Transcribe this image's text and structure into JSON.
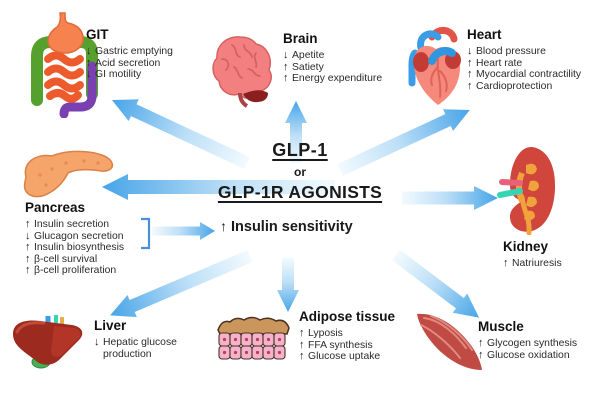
{
  "center": {
    "line1": "GLP-1",
    "conjunction": "or",
    "line2": "GLP-1R AGONISTS",
    "effect": {
      "arrow": "↑",
      "text": "Insulin sensitivity"
    }
  },
  "organs": {
    "git": {
      "title": "GIT",
      "effects": [
        {
          "arrow": "↓",
          "text": "Gastric emptying"
        },
        {
          "arrow": "↑",
          "text": "Acid secretion"
        },
        {
          "arrow": "↓",
          "text": "GI motility"
        }
      ]
    },
    "brain": {
      "title": "Brain",
      "effects": [
        {
          "arrow": "↓",
          "text": "Apetite"
        },
        {
          "arrow": "↑",
          "text": "Satiety"
        },
        {
          "arrow": "↑",
          "text": "Energy expenditure"
        }
      ]
    },
    "heart": {
      "title": "Heart",
      "effects": [
        {
          "arrow": "↓",
          "text": "Blood pressure"
        },
        {
          "arrow": "↑",
          "text": "Heart rate"
        },
        {
          "arrow": "↑",
          "text": "Myocardial contractility"
        },
        {
          "arrow": "↑",
          "text": "Cardioprotection"
        }
      ]
    },
    "pancreas": {
      "title": "Pancreas",
      "effects": [
        {
          "arrow": "↑",
          "text": "Insulin secretion"
        },
        {
          "arrow": "↓",
          "text": "Glucagon secretion"
        },
        {
          "arrow": "↑",
          "text": "Insulin biosynthesis"
        },
        {
          "arrow": "↑",
          "text": "β-cell survival"
        },
        {
          "arrow": "↑",
          "text": "β-cell proliferation"
        }
      ]
    },
    "kidney": {
      "title": "Kidney",
      "effects": [
        {
          "arrow": "↑",
          "text": "Natriuresis"
        }
      ]
    },
    "liver": {
      "title": "Liver",
      "effects": [
        {
          "arrow": "↓",
          "text": "Hepatic glucose production"
        }
      ]
    },
    "adipose": {
      "title": "Adipose tissue",
      "effects": [
        {
          "arrow": "↑",
          "text": "Lyposis"
        },
        {
          "arrow": "↑",
          "text": "FFA synthesis"
        },
        {
          "arrow": "↑",
          "text": "Glucose uptake"
        }
      ]
    },
    "muscle": {
      "title": "Muscle",
      "effects": [
        {
          "arrow": "↑",
          "text": "Glycogen synthesis"
        },
        {
          "arrow": "↑",
          "text": "Glucose oxidation"
        }
      ]
    }
  },
  "colors": {
    "arrow_tail": "#f3fafe",
    "arrow_mid": "#bcdff7",
    "arrow_tip": "#47a4e8",
    "bracket": "#4a90d9"
  }
}
